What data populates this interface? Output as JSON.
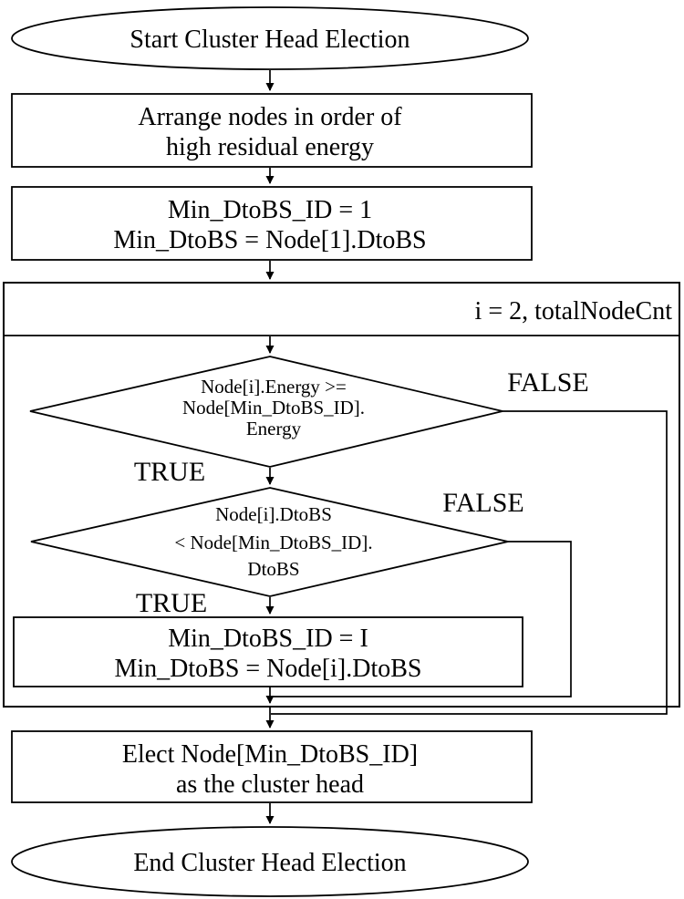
{
  "colors": {
    "stroke": "#000000",
    "background": "#ffffff"
  },
  "nodes": {
    "start": {
      "label": "Start Cluster Head Election"
    },
    "arrange": {
      "line1": "Arrange nodes in order of",
      "line2": "high residual energy"
    },
    "init": {
      "line1": "Min_DtoBS_ID = 1",
      "line2": "Min_DtoBS = Node[1].DtoBS"
    },
    "loop": {
      "header": "i = 2, totalNodeCnt"
    },
    "decision_energy": {
      "line1": "Node[i].Energy >=",
      "line2": "Node[Min_DtoBS_ID].",
      "line3": "Energy"
    },
    "decision_dtobs": {
      "line1": "Node[i].DtoBS",
      "line2": "< Node[Min_DtoBS_ID].",
      "line3": "DtoBS"
    },
    "update": {
      "line1": "Min_DtoBS_ID = I",
      "line2": "Min_DtoBS = Node[i].DtoBS"
    },
    "elect": {
      "line1": "Elect Node[Min_DtoBS_ID]",
      "line2": "as the cluster head"
    },
    "end": {
      "label": "End Cluster Head Election"
    }
  },
  "branch_labels": {
    "energy_true": "TRUE",
    "energy_false": "FALSE",
    "dtobs_true": "TRUE",
    "dtobs_false": "FALSE"
  }
}
